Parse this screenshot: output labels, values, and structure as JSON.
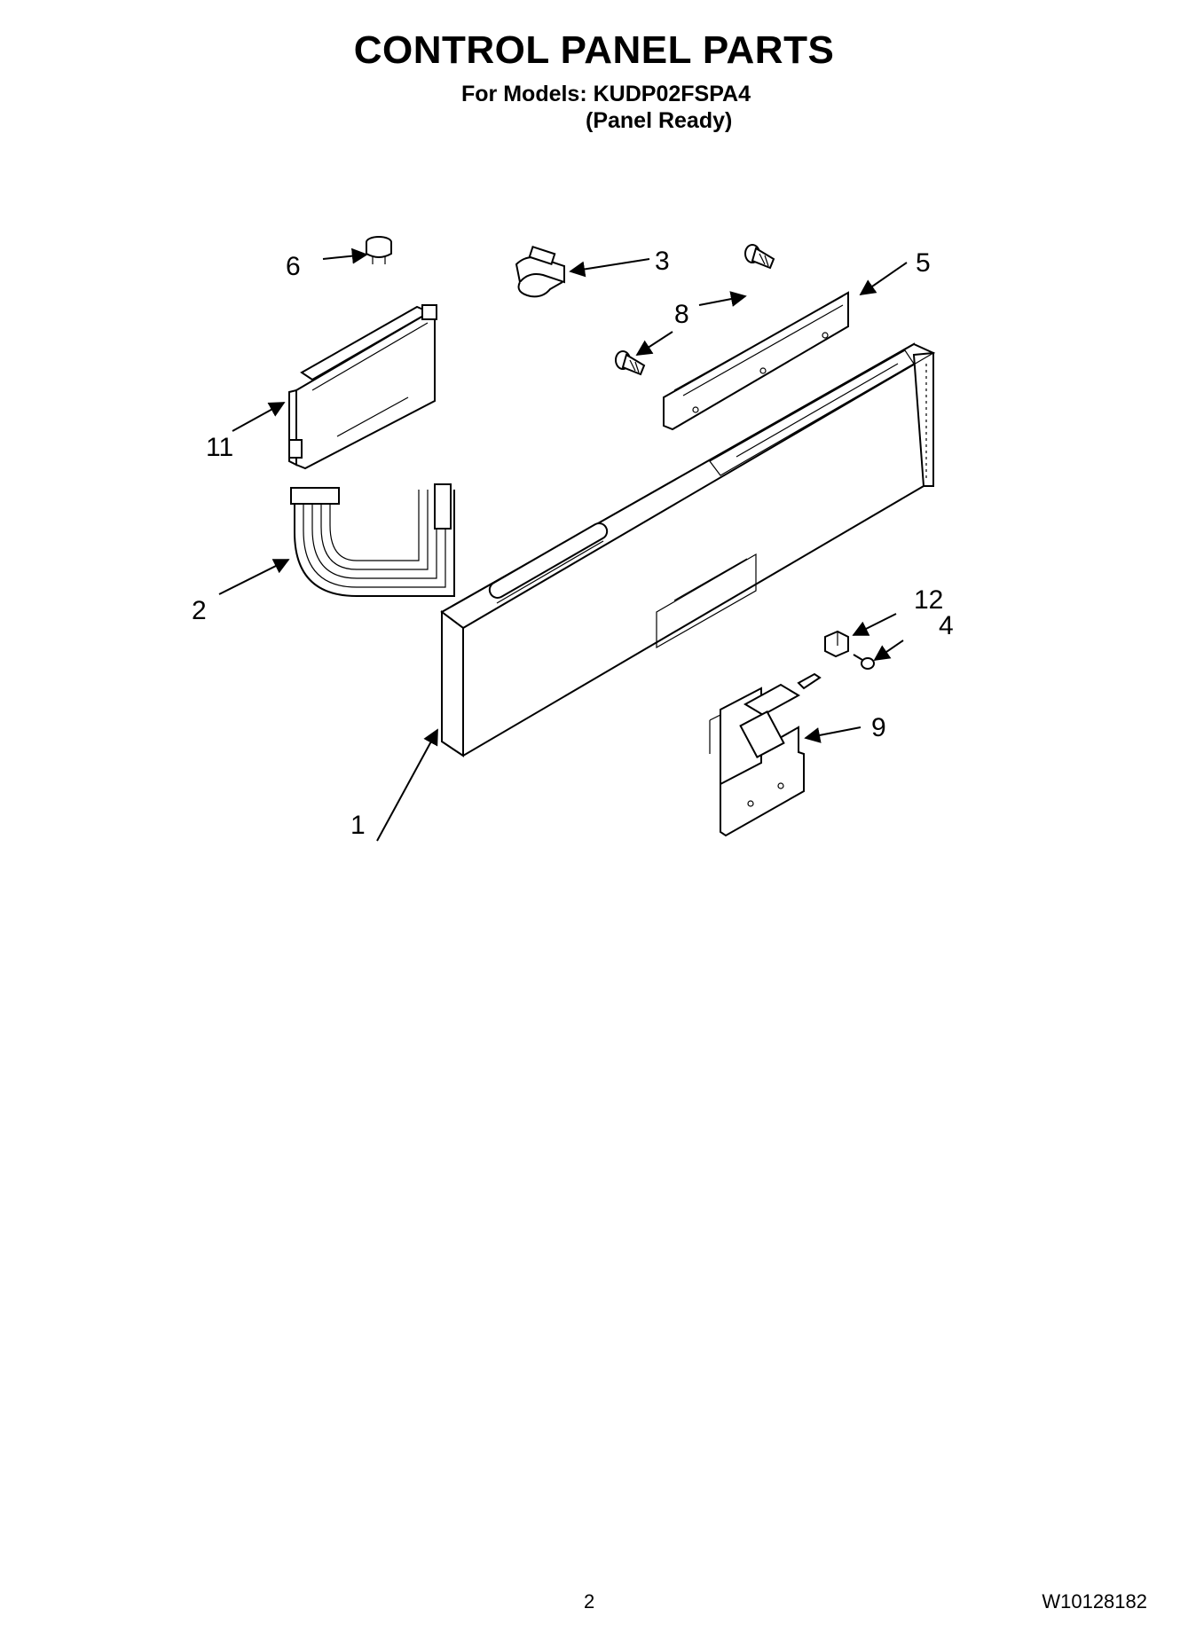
{
  "header": {
    "title": "CONTROL PANEL PARTS",
    "models": "For Models: KUDP02FSPA4",
    "variant": "(Panel Ready)"
  },
  "callouts": {
    "c1": "1",
    "c2": "2",
    "c3": "3",
    "c4": "4",
    "c5": "5",
    "c6": "6",
    "c8": "8",
    "c9": "9",
    "c11": "11",
    "c12": "12"
  },
  "footer": {
    "page_number": "2",
    "doc_number": "W10128182"
  }
}
